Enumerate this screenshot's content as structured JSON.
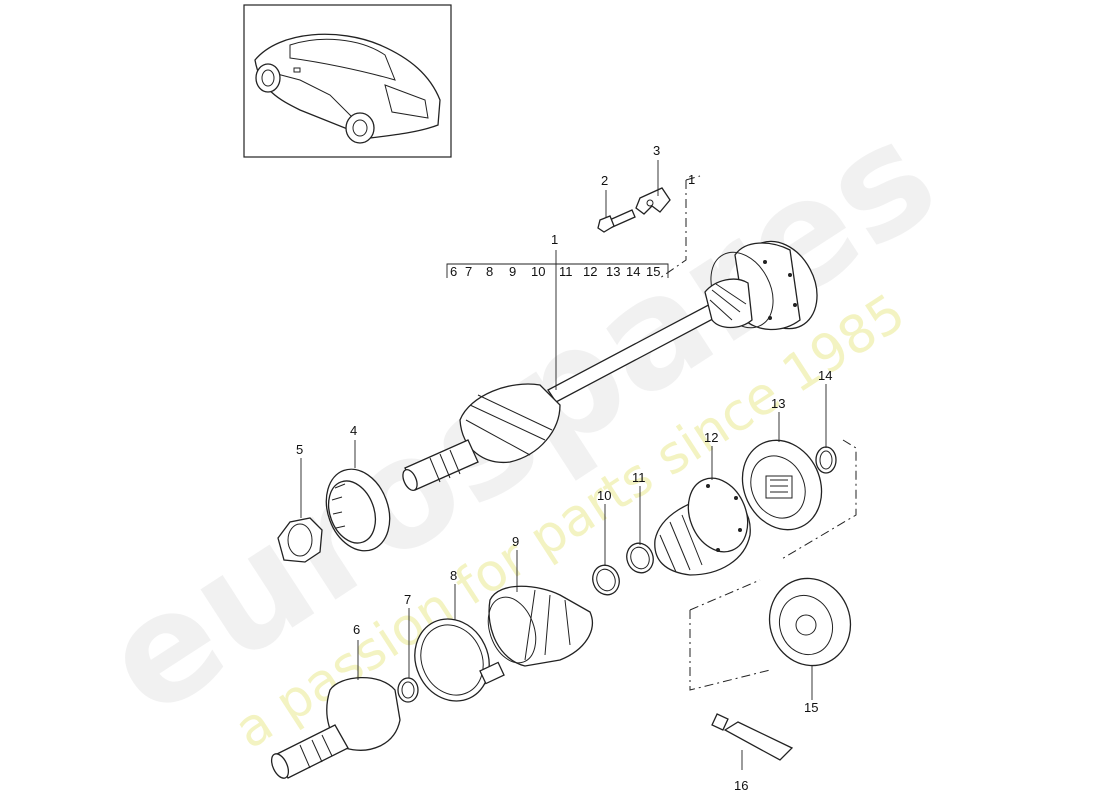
{
  "watermark": {
    "brand": "eurospares",
    "slogan": "a passion for parts since 1985"
  },
  "kit_numbers": [
    "6",
    "7",
    "8",
    "9",
    "10",
    "11",
    "12",
    "13",
    "14",
    "15"
  ],
  "callouts": {
    "p1": "1",
    "p2": "2",
    "p3": "3",
    "p4": "4",
    "p5": "5",
    "p6": "6",
    "p7": "7",
    "p8": "8",
    "p9": "9",
    "p10": "10",
    "p11": "11",
    "p12": "12",
    "p13": "13",
    "p14": "14",
    "p15": "15",
    "p16": "16"
  },
  "reference_marks": {
    "top_dash_mark": "1"
  }
}
